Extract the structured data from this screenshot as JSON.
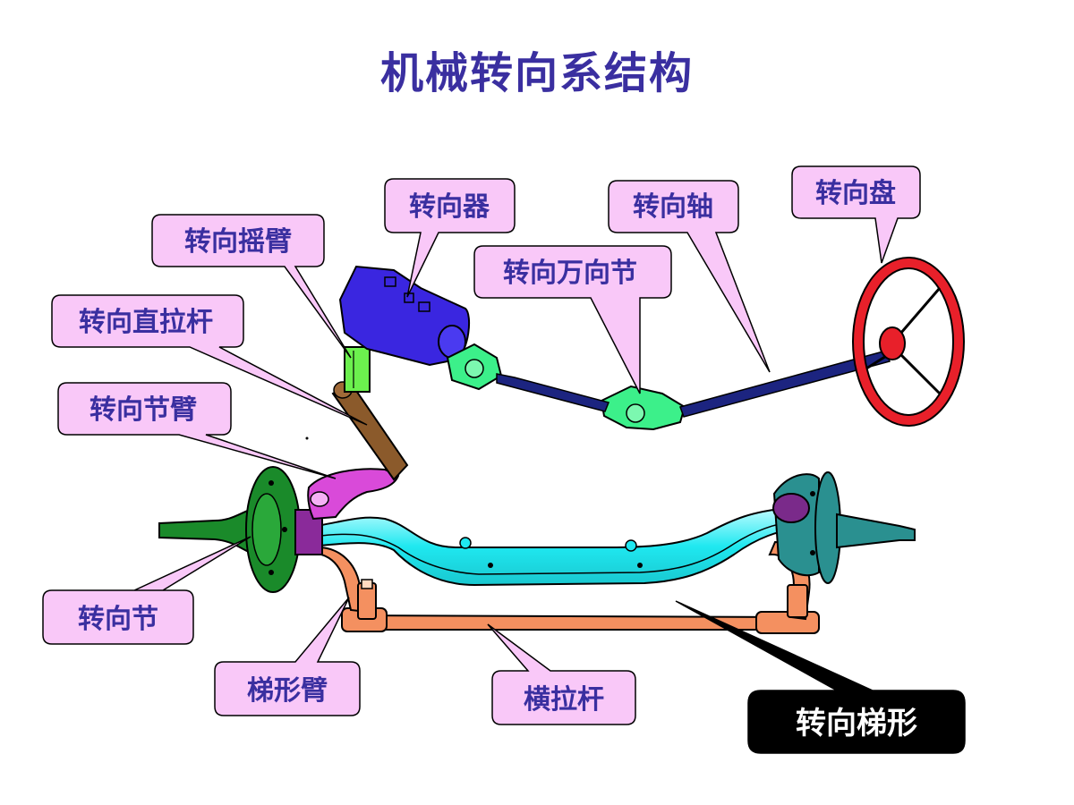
{
  "title": "机械转向系结构",
  "labels": {
    "steering_gear": "转向器",
    "steering_shaft": "转向轴",
    "steering_wheel": "转向盘",
    "pitman_arm": "转向摇臂",
    "universal_joint": "转向万向节",
    "drag_link": "转向直拉杆",
    "knuckle_arm": "转向节臂",
    "steering_knuckle": "转向节",
    "trapezoid_arm": "梯形臂",
    "tie_rod": "横拉杆",
    "steering_trapezoid": "转向梯形"
  },
  "colors": {
    "title": "#3a2fa0",
    "callout_fill": "#f9c8f8",
    "callout_text": "#3a2fa0",
    "steering_gear": "#3a26e0",
    "steering_shaft": "#1c2480",
    "universal_joint": "#3cf08a",
    "steering_wheel": "#e8202a",
    "pitman_arm": "#6cf04e",
    "drag_link": "#8b5a2b",
    "knuckle_arm": "#d94ad9",
    "axle_beam": "#1fe8f0",
    "knuckle": "#1a8a2a",
    "hub_right": "#2a9090",
    "tie_rod": "#f49060",
    "dark_callout": "#000000"
  }
}
